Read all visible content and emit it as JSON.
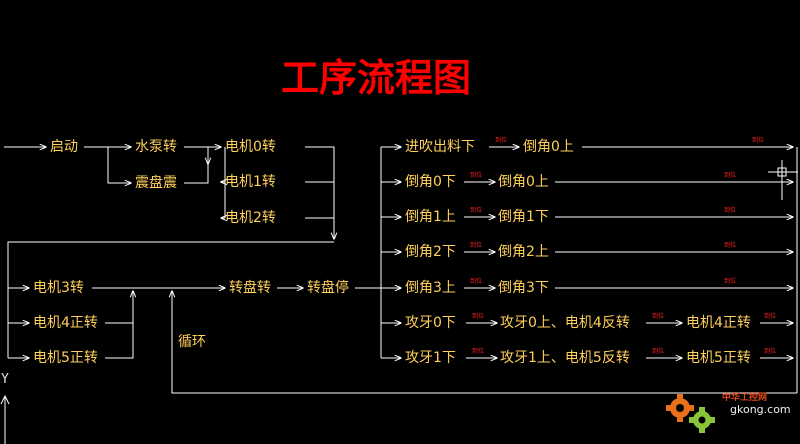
{
  "title": "工序流程图",
  "labels": {
    "start": "启动",
    "pump": "水泵转",
    "vibrate": "震盘震",
    "motor0": "电机0转",
    "motor1": "电机1转",
    "motor2": "电机2转",
    "motor3": "电机3转",
    "motor4fwd": "电机4正转",
    "motor5fwd": "电机5正转",
    "loop": "循环",
    "turntable_run": "转盘转",
    "turntable_stop": "转盘停",
    "feed_down": "进吹出料下",
    "chamfer0_up_a": "倒角0上",
    "chamfer0_down": "倒角0下",
    "chamfer0_up_b": "倒角0上",
    "chamfer1_up": "倒角1上",
    "chamfer1_down": "倒角1下",
    "chamfer2_down": "倒角2下",
    "chamfer2_up": "倒角2上",
    "chamfer3_up": "倒角3上",
    "chamfer3_down": "倒角3下",
    "tap0_down": "攻牙0下",
    "tap0_up_motor4rev": "攻牙0上、电机4反转",
    "motor4fwd_b": "电机4正转",
    "tap1_down": "攻牙1下",
    "tap1_up_motor5rev": "攻牙1上、电机5反转",
    "motor5fwd_b": "电机5正转"
  },
  "arrow_note": "到位",
  "axis_label": "Y",
  "watermark": {
    "text": "中华工控网",
    "site": "gkong.com"
  },
  "colors": {
    "background": "#000000",
    "lines": "#ffffff",
    "labels": "#ffd05a",
    "title": "#ff0000",
    "notes": "#ff2020"
  }
}
